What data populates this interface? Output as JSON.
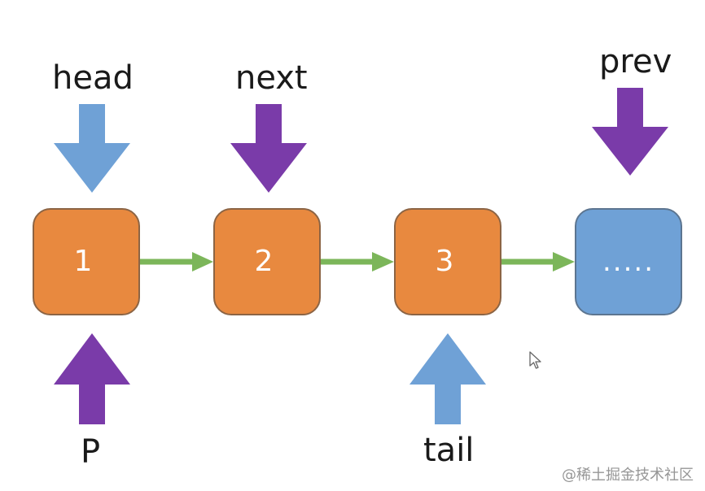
{
  "diagram": {
    "pointers": {
      "head": "head",
      "next": "next",
      "prev": "prev",
      "p": "P",
      "tail": "tail"
    },
    "nodes": [
      "1",
      "2",
      "3",
      "....."
    ],
    "colors": {
      "head_arrow": "#6fa1d6",
      "next_arrow": "#7a3ba9",
      "prev_arrow": "#7a3ba9",
      "p_arrow": "#7a3ba9",
      "tail_arrow": "#6fa1d6",
      "link_arrow": "#7cb65a",
      "node_fill": "#e8893f",
      "rest_fill": "#6fa1d6"
    }
  },
  "watermark": "@稀土掘金技术社区"
}
